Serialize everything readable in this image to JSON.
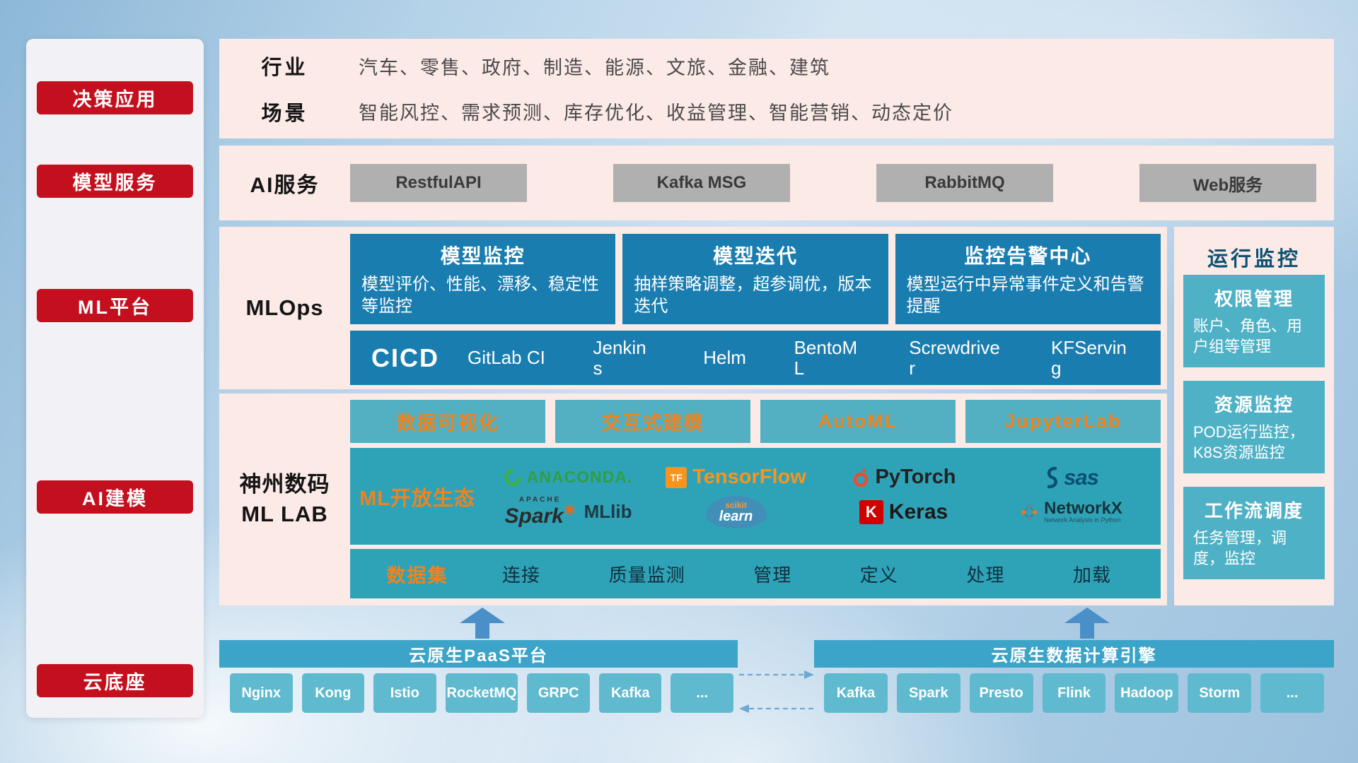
{
  "colors": {
    "accent_red": "#c40f1e",
    "block_blue": "#1a7db0",
    "teal": "#2ea3b8",
    "orange": "#f0831d",
    "panel_pink": "#fceae7"
  },
  "sidebar": {
    "items": [
      {
        "label": "决策应用"
      },
      {
        "label": "模型服务"
      },
      {
        "label": "ML平台"
      },
      {
        "label": "AI建模"
      },
      {
        "label": "云底座"
      }
    ]
  },
  "overview": {
    "industry_label": "行业",
    "industry_value": "汽车、零售、政府、制造、能源、文旅、金融、建筑",
    "scene_label": "场景",
    "scene_value": "智能风控、需求预测、库存优化、收益管理、智能营销、动态定价"
  },
  "ai_service": {
    "label": "AI服务",
    "items": [
      {
        "label": "RestfulAPI"
      },
      {
        "label": "Kafka MSG"
      },
      {
        "label": "RabbitMQ"
      },
      {
        "label": "Web服务"
      }
    ]
  },
  "mlops": {
    "label": "MLOps",
    "cards": [
      {
        "title": "模型监控",
        "desc": "模型评价、性能、漂移、稳定性等监控"
      },
      {
        "title": "模型迭代",
        "desc": "抽样策略调整，超参调优，版本迭代"
      },
      {
        "title": "监控告警中心",
        "desc": "模型运行中异常事件定义和告警提醒"
      }
    ],
    "cicd_label": "CICD",
    "cicd_tools": [
      {
        "name": "GitLab CI"
      },
      {
        "name": "Jenkins"
      },
      {
        "name": "Helm"
      },
      {
        "name": "BentoML"
      },
      {
        "name": "Screwdriver"
      },
      {
        "name": "KFServing"
      }
    ]
  },
  "mllab": {
    "label_line1": "神州数码",
    "label_line2": "ML LAB",
    "top_buttons": [
      {
        "label": "数据可视化"
      },
      {
        "label": "交互式建模"
      },
      {
        "label": "AutoML"
      },
      {
        "label": "JupyterLab"
      }
    ],
    "ecosystem_label": "ML开放生态",
    "logos": {
      "anaconda": {
        "text": "ANACONDA."
      },
      "tensorflow": {
        "icon_text": "TF",
        "text": "TensorFlow"
      },
      "pytorch": {
        "text": "PyTorch"
      },
      "sas": {
        "text": "sas"
      },
      "spark": {
        "apache": "APACHE",
        "text": "Spark",
        "star": "✱",
        "suffix": "MLlib"
      },
      "scikit": {
        "top": "scikit",
        "text": "learn"
      },
      "keras": {
        "letter": "K",
        "text": "Keras"
      },
      "networkx": {
        "text": "NetworkX",
        "subtitle": "Network Analysis in Python"
      }
    },
    "dataset_label": "数据集",
    "dataset_items": [
      {
        "label": "连接"
      },
      {
        "label": "质量监测"
      },
      {
        "label": "管理"
      },
      {
        "label": "定义"
      },
      {
        "label": "处理"
      },
      {
        "label": "加载"
      }
    ]
  },
  "monitor": {
    "title": "运行监控",
    "cards": [
      {
        "title": "权限管理",
        "desc": "账户、角色、用户组等管理"
      },
      {
        "title": "资源监控",
        "desc": "POD运行监控，K8S资源监控"
      },
      {
        "title": "工作流调度",
        "desc": "任务管理，调度，监控"
      }
    ]
  },
  "cloud": {
    "paas_title": "云原生PaaS平台",
    "paas_items": [
      {
        "label": "Nginx"
      },
      {
        "label": "Kong"
      },
      {
        "label": "Istio"
      },
      {
        "label": "RocketMQ"
      },
      {
        "label": "GRPC"
      },
      {
        "label": "Kafka"
      },
      {
        "label": "..."
      }
    ],
    "engine_title": "云原生数据计算引擎",
    "engine_items": [
      {
        "label": "Kafka"
      },
      {
        "label": "Spark"
      },
      {
        "label": "Presto"
      },
      {
        "label": "Flink"
      },
      {
        "label": "Hadoop"
      },
      {
        "label": "Storm"
      },
      {
        "label": "..."
      }
    ]
  }
}
